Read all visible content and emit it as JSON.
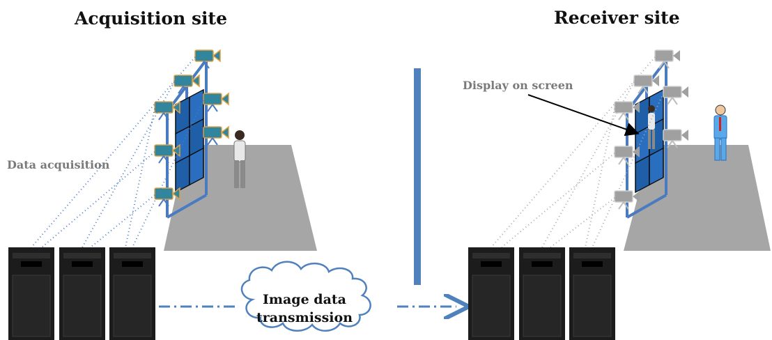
{
  "sites": {
    "acquisition": {
      "title": "Acquisition site"
    },
    "receiver": {
      "title": "Receiver site"
    }
  },
  "labels": {
    "data_acquisition": "Data acquisition",
    "display_on_screen": "Display on screen",
    "transmission_line1": "Image data",
    "transmission_line2": "transmission"
  },
  "colors": {
    "floor": "#a6a6a6",
    "camera_active": "#31859c",
    "camera_inactive": "#a0a0a0",
    "camera_outline": "#e0a040",
    "rig_frame": "#4a7bc0",
    "screen_panel": "#1f5fa8",
    "divider": "#4f81bd",
    "transmission_line": "#4f81bd",
    "cloud_outline": "#4f81bd",
    "server": "#1c1c1c",
    "dots_active": "#4a7bc0",
    "dots_inactive": "#a8a8a8"
  },
  "icons": [
    "camera-icon",
    "server-icon",
    "person-icon",
    "cloud-icon"
  ]
}
